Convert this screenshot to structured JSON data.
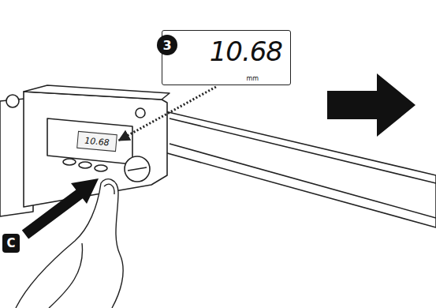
{
  "diagram": {
    "nodes": [
      {
        "text": [
          "3"
        ]
      },
      {
        "text": [
          "10.68",
          "mm"
        ]
      },
      {
        "text": [
          "10.68"
        ]
      },
      {
        "text": [
          "C"
        ]
      }
    ],
    "edges": [
      {
        "from": 1,
        "to": 2,
        "arrow": "to"
      }
    ]
  }
}
